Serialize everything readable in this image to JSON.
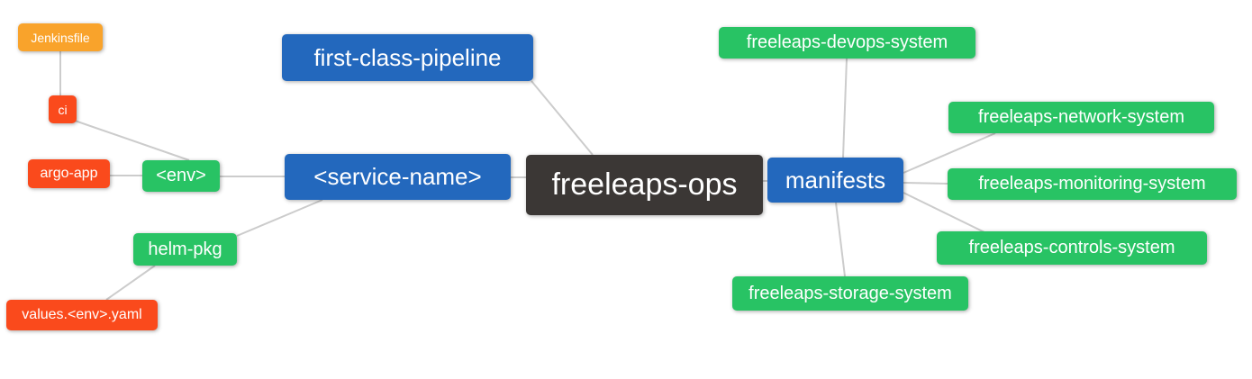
{
  "diagram": {
    "type": "mindmap",
    "root_label": "freeleaps-ops",
    "palette": {
      "root_bg": "#3B3735",
      "primary_bg": "#2368BD",
      "success_bg": "#28C364",
      "danger_bg": "#FA4A1C",
      "warning_bg": "#F9A32B",
      "text": "#FFFFFF",
      "line": "#CCCCCC",
      "canvas": "#FFFFFF"
    },
    "nodes": [
      {
        "id": "jenkinsfile",
        "label": "Jenkinsfile",
        "kind": "warning"
      },
      {
        "id": "ci",
        "label": "ci",
        "kind": "danger"
      },
      {
        "id": "argo-app",
        "label": "argo-app",
        "kind": "danger"
      },
      {
        "id": "env",
        "label": "<env>",
        "kind": "success"
      },
      {
        "id": "helm-pkg",
        "label": "helm-pkg",
        "kind": "success"
      },
      {
        "id": "values-env-yaml",
        "label": "values.<env>.yaml",
        "kind": "danger"
      },
      {
        "id": "service-name",
        "label": "<service-name>",
        "kind": "primary"
      },
      {
        "id": "first-class-pipeline",
        "label": "first-class-pipeline",
        "kind": "primary"
      },
      {
        "id": "freeleaps-ops",
        "label": "freeleaps-ops",
        "kind": "root"
      },
      {
        "id": "manifests",
        "label": "manifests",
        "kind": "primary"
      },
      {
        "id": "freeleaps-devops-system",
        "label": "freeleaps-devops-system",
        "kind": "success"
      },
      {
        "id": "freeleaps-network-system",
        "label": "freeleaps-network-system",
        "kind": "success"
      },
      {
        "id": "freeleaps-monitoring-system",
        "label": "freeleaps-monitoring-system",
        "kind": "success"
      },
      {
        "id": "freeleaps-controls-system",
        "label": "freeleaps-controls-system",
        "kind": "success"
      },
      {
        "id": "freeleaps-storage-system",
        "label": "freeleaps-storage-system",
        "kind": "success"
      }
    ],
    "edges": [
      {
        "from": "ci",
        "to": "jenkinsfile"
      },
      {
        "from": "env",
        "to": "ci"
      },
      {
        "from": "env",
        "to": "argo-app"
      },
      {
        "from": "service-name",
        "to": "env"
      },
      {
        "from": "service-name",
        "to": "helm-pkg"
      },
      {
        "from": "helm-pkg",
        "to": "values-env-yaml"
      },
      {
        "from": "freeleaps-ops",
        "to": "service-name"
      },
      {
        "from": "freeleaps-ops",
        "to": "first-class-pipeline"
      },
      {
        "from": "freeleaps-ops",
        "to": "manifests"
      },
      {
        "from": "manifests",
        "to": "freeleaps-devops-system"
      },
      {
        "from": "manifests",
        "to": "freeleaps-network-system"
      },
      {
        "from": "manifests",
        "to": "freeleaps-monitoring-system"
      },
      {
        "from": "manifests",
        "to": "freeleaps-controls-system"
      },
      {
        "from": "manifests",
        "to": "freeleaps-storage-system"
      }
    ]
  }
}
